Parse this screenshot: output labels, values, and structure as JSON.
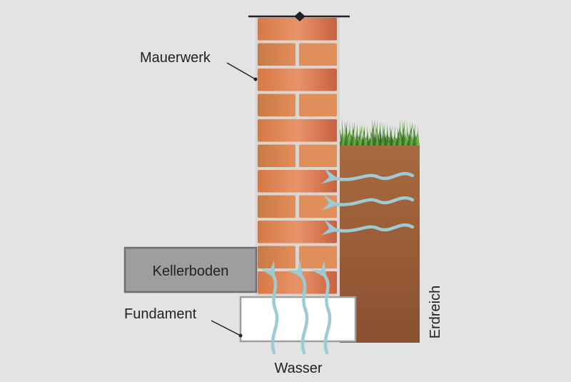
{
  "labels": {
    "masonry": "Mauerwerk",
    "basement_floor": "Kellerboden",
    "foundation": "Fundament",
    "soil": "Erdreich",
    "water": "Wasser"
  },
  "colors": {
    "background": "#e3e3e3",
    "brick_light": "#e58f57",
    "brick_dark": "#c8643f",
    "mortar": "#d9d2cc",
    "soil_top": "#a86a3e",
    "soil_bottom": "#8c5230",
    "grass": "#3f7f2a",
    "basement_floor": "#9e9e9e",
    "foundation": "#ffffff",
    "water_arrow": "#9ccbd6"
  }
}
